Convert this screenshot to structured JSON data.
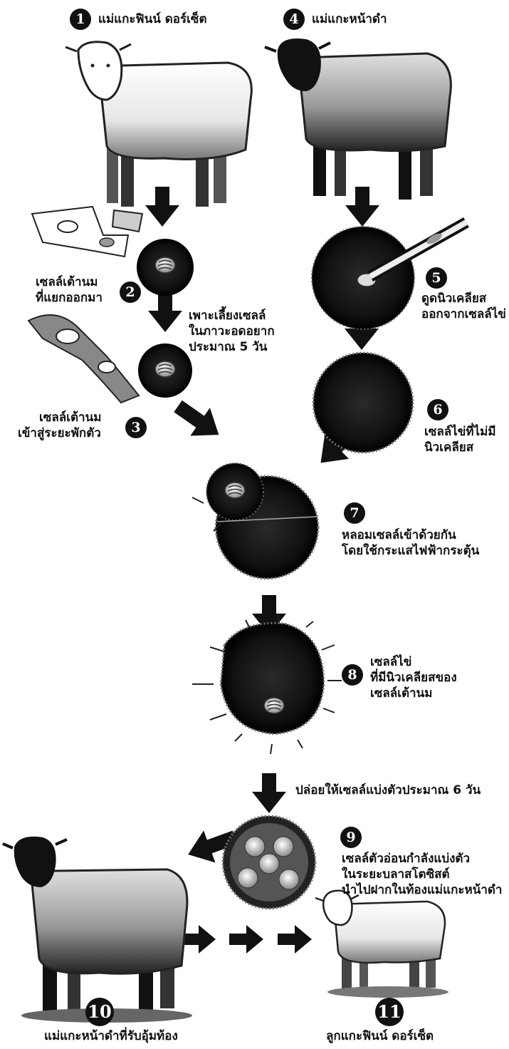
{
  "steps": [
    {
      "n": "1",
      "label": "แม่แกะฟินน์ ดอร์เซ็ต"
    },
    {
      "n": "2",
      "label": [
        "เซลล์เต้านม",
        "ที่แยกออกมา"
      ]
    },
    {
      "n": "3",
      "label": [
        "เซลล์เต้านม",
        "เข้าสู่ระยะพักตัว"
      ]
    },
    {
      "n": "4",
      "label": "แม่แกะหน้าดำ"
    },
    {
      "n": "5",
      "label": [
        "ดูดนิวเคลียส",
        "ออกจากเซลล์ไข่"
      ]
    },
    {
      "n": "6",
      "label": [
        "เซลล์ไข่ที่ไม่มี",
        "นิวเคลียส"
      ]
    },
    {
      "n": "7",
      "label": [
        "หลอมเซลล์เข้าด้วยกัน",
        "โดยใช้กระแสไฟฟ้ากระตุ้น"
      ]
    },
    {
      "n": "8",
      "label": [
        "เซลล์ไข่",
        "ที่มีนิวเคลียสของ",
        "เซลล์เต้านม"
      ]
    },
    {
      "n": "9",
      "label": [
        "เซลล์ตัวอ่อนกำลังแบ่งตัว",
        "ในระยะบลาสโตซิสต์",
        "นำไปฝากในท้องแม่แกะหน้าดำ"
      ]
    },
    {
      "n": "10",
      "label": "แม่แกะหน้าดำที่รับอุ้มท้อง"
    },
    {
      "n": "11",
      "label": "ลูกแกะฟินน์ ดอร์เซ็ต"
    }
  ],
  "annotations": {
    "culture": [
      "เพาะเลี้ยงเซลล์",
      "ในภาวะอดอยาก",
      "ประมาณ 5 วัน"
    ],
    "divide": "ปล่อยให้เซลล์แบ่งตัวประมาณ 6 วัน"
  }
}
